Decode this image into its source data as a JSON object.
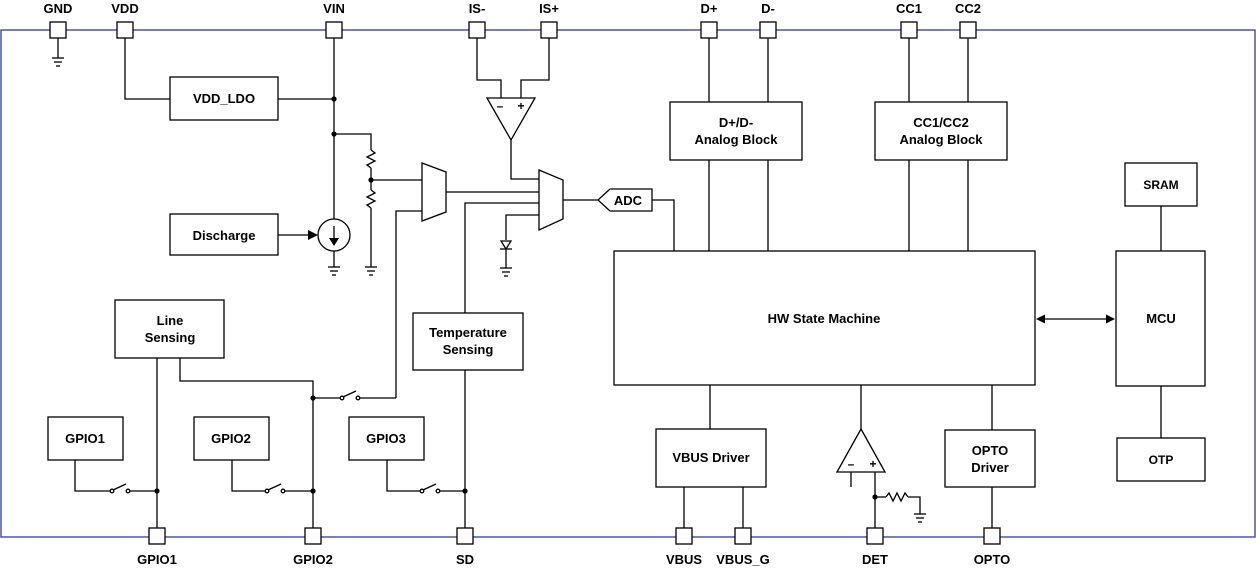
{
  "pins_top": {
    "gnd": "GND",
    "vdd": "VDD",
    "vin": "VIN",
    "is_minus": "IS-",
    "is_plus": "IS+",
    "dp": "D+",
    "dm": "D-",
    "cc1": "CC1",
    "cc2": "CC2"
  },
  "pins_bottom": {
    "gpio1": "GPIO1",
    "gpio2": "GPIO2",
    "sd": "SD",
    "vbus": "VBUS",
    "vbus_g": "VBUS_G",
    "det": "DET",
    "opto": "OPTO"
  },
  "blocks": {
    "vdd_ldo": "VDD_LDO",
    "discharge": "Discharge",
    "adc": "ADC",
    "dpdm_l1": "D+/D-",
    "dpdm_l2": "Analog Block",
    "cc_l1": "CC1/CC2",
    "cc_l2": "Analog Block",
    "sram": "SRAM",
    "hw_state_machine": "HW State Machine",
    "mcu": "MCU",
    "otp": "OTP",
    "line_l1": "Line",
    "line_l2": "Sensing",
    "temp_l1": "Temperature",
    "temp_l2": "Sensing",
    "gpio1": "GPIO1",
    "gpio2": "GPIO2",
    "gpio3": "GPIO3",
    "vbus_driver": "VBUS Driver",
    "opto_l1": "OPTO",
    "opto_l2": "Driver"
  },
  "amp_signs": {
    "minus": "–",
    "plus": "+"
  },
  "colors": {
    "chip_border": "#4a56a8",
    "line": "#000000",
    "background": "#ffffff"
  }
}
